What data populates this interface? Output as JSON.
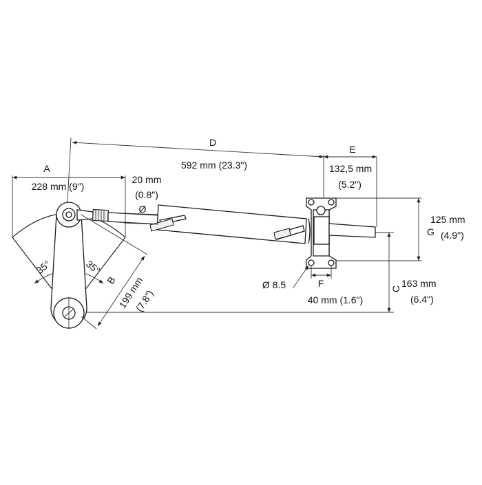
{
  "colors": {
    "line": "#222222",
    "background": "#ffffff"
  },
  "dimensions": {
    "A": {
      "letter": "A",
      "value": "228 mm (9\")"
    },
    "D": {
      "letter": "D",
      "value": "592 mm (23.3\")"
    },
    "E": {
      "letter": "E",
      "value_mm": "132,5 mm",
      "value_in": "(5.2\")"
    },
    "rod": {
      "value_mm": "20 mm",
      "value_in": "(0.8\")",
      "symbol": "Ø"
    },
    "G": {
      "letter": "G",
      "value_mm": "125 mm",
      "value_in": "(4.9\")"
    },
    "C": {
      "letter": "C",
      "value_mm": "163 mm",
      "value_in": "(6.4\")"
    },
    "F": {
      "letter": "F",
      "value": "40 mm (1.6\")"
    },
    "hole": {
      "value": "Ø 8.5"
    },
    "B": {
      "letter": "B",
      "value_mm": "199 mm",
      "value_in": "(7.8\")"
    },
    "angle_left": "35°",
    "angle_right": "35°"
  }
}
